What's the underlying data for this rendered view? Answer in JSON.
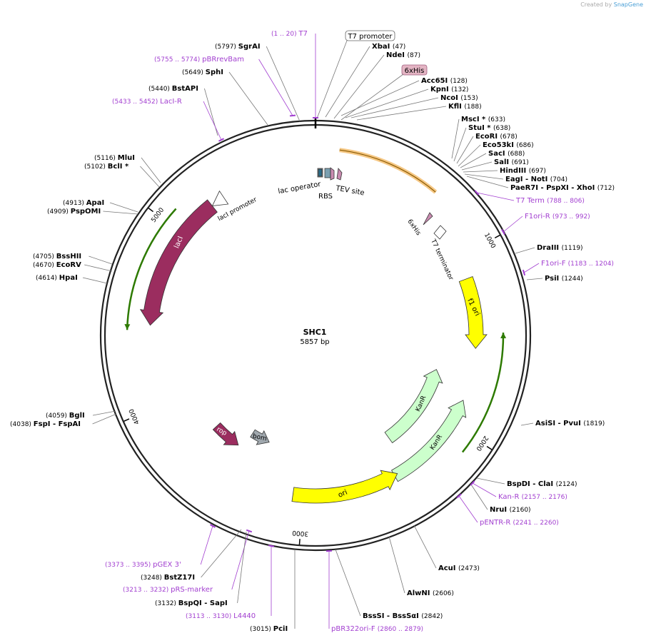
{
  "credit": {
    "prefix": "Created by",
    "brand": "SnapGene"
  },
  "plasmid": {
    "name": "SHC1",
    "length_label": "5857 bp",
    "length": 5857
  },
  "colors": {
    "enzyme": "#000000",
    "primer": "#a23fd0",
    "leader": "#777777",
    "backbone": "#222222"
  },
  "ticks": [
    {
      "label": "1000",
      "pos": 1000
    },
    {
      "label": "2000",
      "pos": 2000
    },
    {
      "label": "3000",
      "pos": 3000
    },
    {
      "label": "4000",
      "pos": 4000
    },
    {
      "label": "5000",
      "pos": 5000
    }
  ],
  "features": [
    {
      "name": "T7 promoter label",
      "label": "T7 promoter",
      "kind": "boxlabel"
    },
    {
      "name": "6xHis label",
      "label": "6xHis",
      "kind": "boxlabel"
    },
    {
      "name": "lacI",
      "label": "lacI",
      "color": "#9b2d5f",
      "dir": "ccw"
    },
    {
      "name": "lacI promoter",
      "label": "lacI promoter",
      "color": "#ffffff",
      "dir": "ccw"
    },
    {
      "name": "lac operator",
      "label": "lac operator",
      "color": "#ffffff"
    },
    {
      "name": "RBS",
      "label": "RBS",
      "color": "#7a9fb0"
    },
    {
      "name": "TEV site",
      "label": "TEV site",
      "color": "#c98bb0"
    },
    {
      "name": "6xHis inner",
      "label": "6xHis",
      "color": "#c98bb0"
    },
    {
      "name": "T7 terminator",
      "label": "T7 terminator",
      "color": "#ffffff"
    },
    {
      "name": "f1 ori",
      "label": "f1 ori",
      "color": "#ffff00"
    },
    {
      "name": "KanR outer",
      "label": "KanR",
      "color": "#ccffcc"
    },
    {
      "name": "KanR inner",
      "label": "KanR",
      "color": "#ccffcc"
    },
    {
      "name": "ori",
      "label": "ori",
      "color": "#ffff00"
    },
    {
      "name": "rop",
      "label": "rop",
      "color": "#9b2d5f"
    },
    {
      "name": "bom",
      "label": "bom",
      "color": "#a0a8ae"
    }
  ],
  "sites": [
    {
      "label": "(1 .. 20)",
      "name": "T7",
      "type": "primer"
    },
    {
      "label": "(5797)",
      "name": "SgrAI",
      "type": "enzyme"
    },
    {
      "label": "(5755 .. 5774)",
      "name": "pBRrevBam",
      "type": "primer"
    },
    {
      "label": "(5649)",
      "name": "SphI",
      "type": "enzyme"
    },
    {
      "label": "(5440)",
      "name": "BstAPI",
      "type": "enzyme"
    },
    {
      "label": "(5433 .. 5452)",
      "name": "LacI-R",
      "type": "primer"
    },
    {
      "label": "(5116)",
      "name": "MluI",
      "type": "enzyme"
    },
    {
      "label": "(5102)",
      "name": "BclI *",
      "type": "enzyme"
    },
    {
      "label": "(4913)",
      "name": "ApaI",
      "type": "enzyme"
    },
    {
      "label": "(4909)",
      "name": "PspOMI",
      "type": "enzyme"
    },
    {
      "label": "(4705)",
      "name": "BssHII",
      "type": "enzyme"
    },
    {
      "label": "(4670)",
      "name": "EcoRV",
      "type": "enzyme"
    },
    {
      "label": "(4614)",
      "name": "HpaI",
      "type": "enzyme"
    },
    {
      "label": "(4059)",
      "name": "BglI",
      "type": "enzyme"
    },
    {
      "label": "(4038)",
      "name": "FspI - FspAI",
      "type": "enzyme"
    },
    {
      "label": "(3373 .. 3395)",
      "name": "pGEX 3'",
      "type": "primer"
    },
    {
      "label": "(3248)",
      "name": "BstZ17I",
      "type": "enzyme"
    },
    {
      "label": "(3213 .. 3232)",
      "name": "pRS-marker",
      "type": "primer"
    },
    {
      "label": "(3132)",
      "name": "BspQI - SapI",
      "type": "enzyme"
    },
    {
      "label": "(3113 .. 3130)",
      "name": "L4440",
      "type": "primer"
    },
    {
      "label": "(3015)",
      "name": "PciI",
      "type": "enzyme"
    },
    {
      "label": "(2860 .. 2879)",
      "name": "pBR322ori-F",
      "type": "primer"
    },
    {
      "label": "(2842)",
      "name": "BssSI - BssSαI",
      "type": "enzyme"
    },
    {
      "label": "(2606)",
      "name": "AlwNI",
      "type": "enzyme"
    },
    {
      "label": "(2473)",
      "name": "AcuI",
      "type": "enzyme"
    },
    {
      "label": "(2241 .. 2260)",
      "name": "pENTR-R",
      "type": "primer"
    },
    {
      "label": "(2160)",
      "name": "NruI",
      "type": "enzyme"
    },
    {
      "label": "(2157 .. 2176)",
      "name": "Kan-R",
      "type": "primer"
    },
    {
      "label": "(2124)",
      "name": "BspDI - ClaI",
      "type": "enzyme"
    },
    {
      "label": "(1819)",
      "name": "AsiSI - PvuI",
      "type": "enzyme"
    },
    {
      "label": "(1244)",
      "name": "PsiI",
      "type": "enzyme"
    },
    {
      "label": "(1183 .. 1204)",
      "name": "F1ori-F",
      "type": "primer"
    },
    {
      "label": "(1119)",
      "name": "DraIII",
      "type": "enzyme"
    },
    {
      "label": "(973 .. 992)",
      "name": "F1ori-R",
      "type": "primer"
    },
    {
      "label": "(788 .. 806)",
      "name": "T7 Term",
      "type": "primer"
    },
    {
      "label": "(712)",
      "name": "PaeR7I - PspXI - XhoI",
      "type": "enzyme"
    },
    {
      "label": "(704)",
      "name": "EagI - NotI",
      "type": "enzyme"
    },
    {
      "label": "(697)",
      "name": "HindIII",
      "type": "enzyme"
    },
    {
      "label": "(691)",
      "name": "SalI",
      "type": "enzyme"
    },
    {
      "label": "(688)",
      "name": "SacI",
      "type": "enzyme"
    },
    {
      "label": "(686)",
      "name": "Eco53kI",
      "type": "enzyme"
    },
    {
      "label": "(678)",
      "name": "EcoRI",
      "type": "enzyme"
    },
    {
      "label": "(638)",
      "name": "StuI *",
      "type": "enzyme"
    },
    {
      "label": "(633)",
      "name": "MscI *",
      "type": "enzyme"
    },
    {
      "label": "(188)",
      "name": "KflI",
      "type": "enzyme"
    },
    {
      "label": "(153)",
      "name": "NcoI",
      "type": "enzyme"
    },
    {
      "label": "(132)",
      "name": "KpnI",
      "type": "enzyme"
    },
    {
      "label": "(128)",
      "name": "Acc65I",
      "type": "enzyme"
    },
    {
      "label": "(87)",
      "name": "NdeI",
      "type": "enzyme"
    },
    {
      "label": "(47)",
      "name": "XbaI",
      "type": "enzyme"
    }
  ]
}
